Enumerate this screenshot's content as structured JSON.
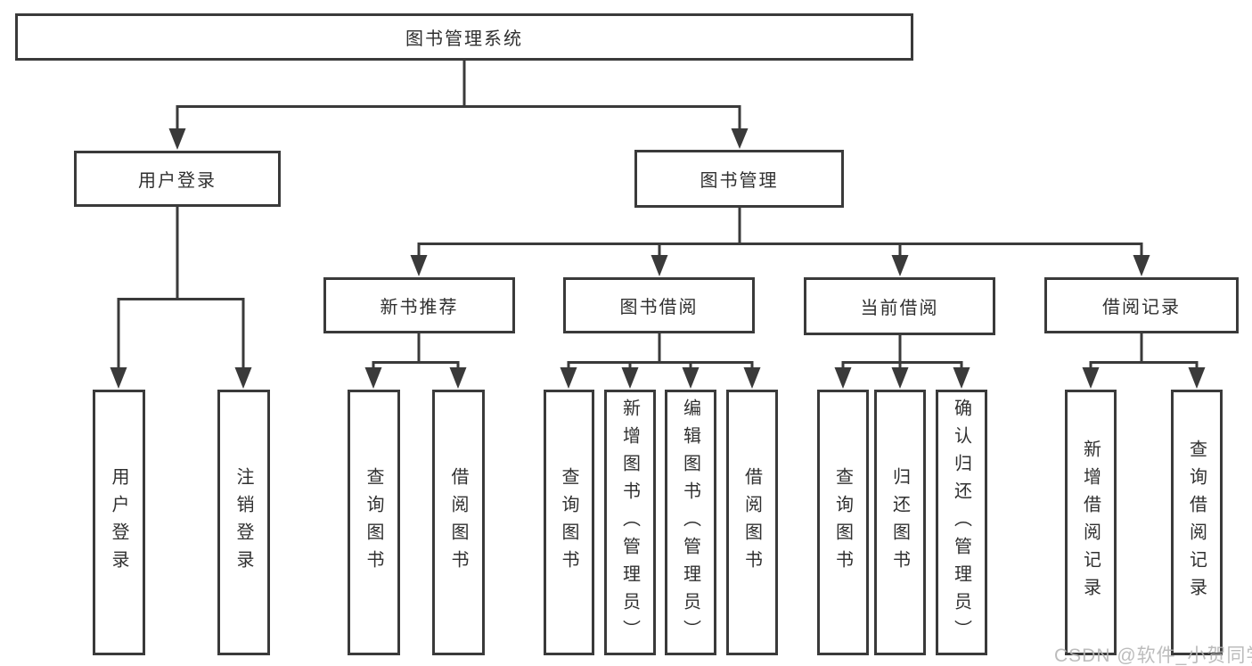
{
  "colors": {
    "line": "#3a3a3a",
    "box_border": "#3a3a3a",
    "text": "#303030",
    "background": "#ffffff",
    "watermark": "#b5b5b5"
  },
  "watermark": "CSDN @软件_小贺同学",
  "tree": {
    "label": "图书管理系统",
    "children": [
      {
        "label": "用户登录",
        "children": [
          {
            "label": "用户登录"
          },
          {
            "label": "注销登录"
          }
        ]
      },
      {
        "label": "图书管理",
        "children": [
          {
            "label": "新书推荐",
            "children": [
              {
                "label": "查询图书"
              },
              {
                "label": "借阅图书"
              }
            ]
          },
          {
            "label": "图书借阅",
            "children": [
              {
                "label": "查询图书"
              },
              {
                "label": "新增图书（管理员）"
              },
              {
                "label": "编辑图书（管理员）"
              },
              {
                "label": "借阅图书"
              }
            ]
          },
          {
            "label": "当前借阅",
            "children": [
              {
                "label": "查询图书"
              },
              {
                "label": "归还图书"
              },
              {
                "label": "确认归还（管理员）"
              }
            ]
          },
          {
            "label": "借阅记录",
            "children": [
              {
                "label": "新增借阅记录"
              },
              {
                "label": "查询借阅记录"
              }
            ]
          }
        ]
      }
    ]
  }
}
